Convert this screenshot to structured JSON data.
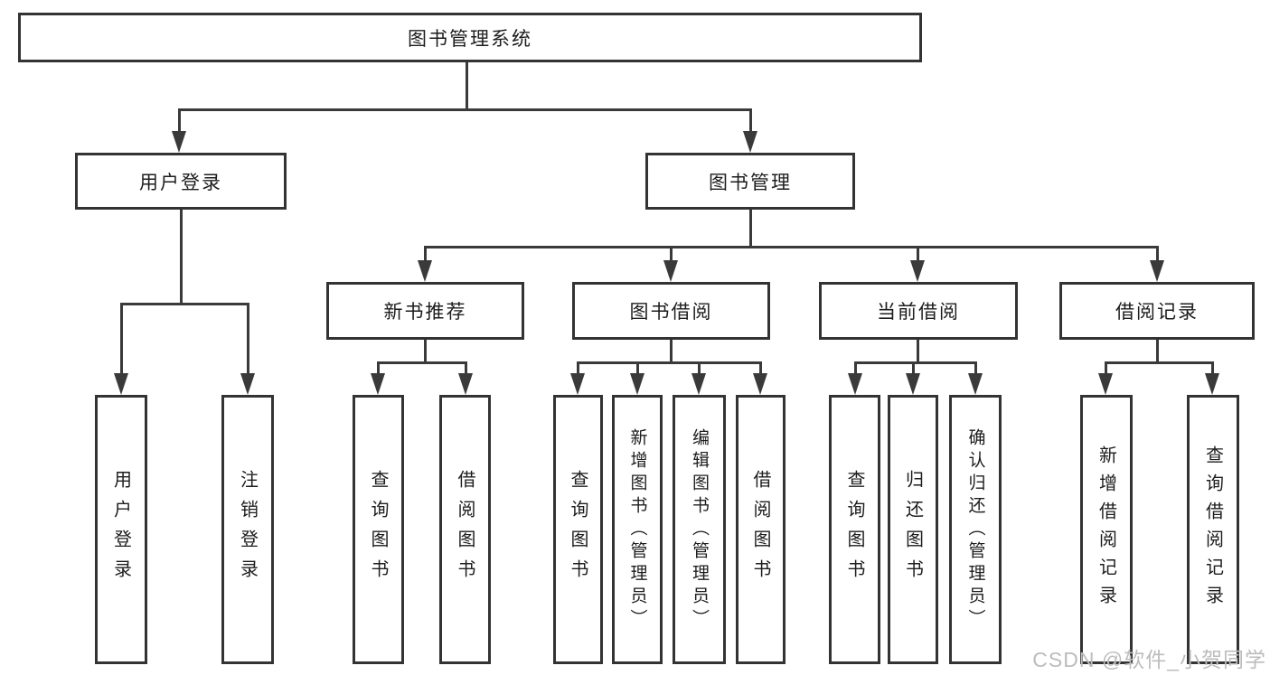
{
  "diagram": {
    "root": "图书管理系统",
    "level2": {
      "login": "用户登录",
      "mgmt": "图书管理"
    },
    "level3": {
      "newbook": "新书推荐",
      "borrow": "图书借阅",
      "current": "当前借阅",
      "record": "借阅记录"
    },
    "leaves": {
      "login": [
        "用户登录",
        "注销登录"
      ],
      "newbook": [
        "查询图书",
        "借阅图书"
      ],
      "borrow": [
        "查询图书",
        "新增图书（管理员）",
        "编辑图书（管理员）",
        "借阅图书"
      ],
      "current": [
        "查询图书",
        "归还图书",
        "确认归还（管理员）"
      ],
      "record": [
        "新增借阅记录",
        "查询借阅记录"
      ]
    }
  },
  "watermark": "CSDN @软件_小贺同学",
  "colors": {
    "line": "#3a3a3a",
    "box_border": "#333333",
    "text": "#1d1d1d",
    "watermark": "#bcbcbc",
    "background": "#ffffff"
  }
}
